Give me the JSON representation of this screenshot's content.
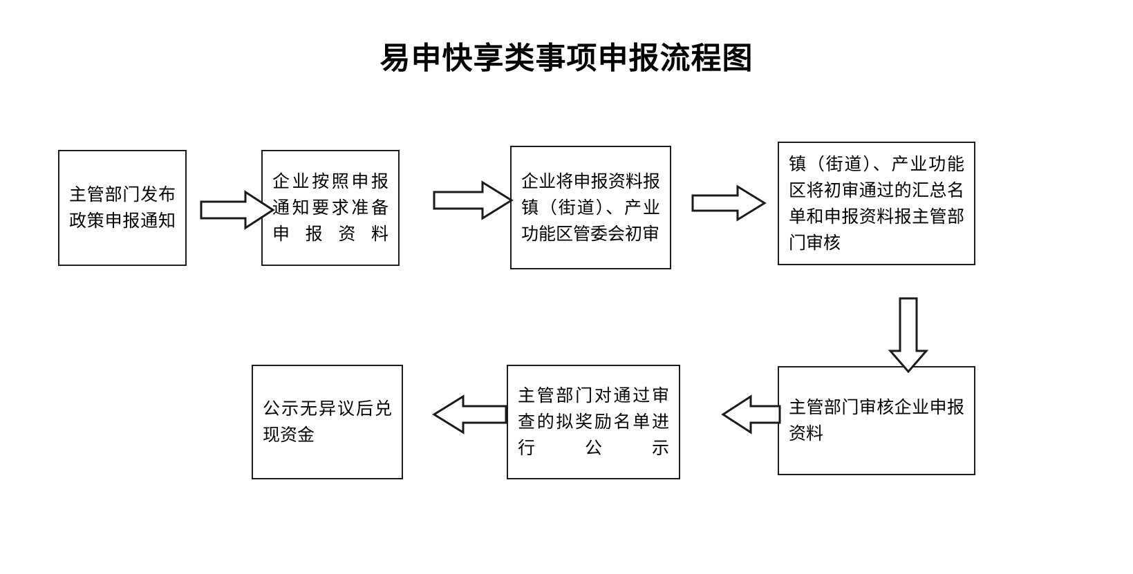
{
  "document": {
    "title": "易申快享类事项申报流程图",
    "type": "flowchart",
    "background_color": "#ffffff",
    "line_color": "#1a1a1a",
    "text_color": "#000000"
  },
  "nodes": [
    {
      "id": "node-1",
      "label": "主管部门发布政策申报通知",
      "order": 1,
      "row": "top",
      "justified": true
    },
    {
      "id": "node-2",
      "label": "企业按照申报通知要求准备申报资料",
      "order": 2,
      "row": "top",
      "justified": true
    },
    {
      "id": "node-3",
      "label": "企业将申报资料报镇（街道）、产业功能区管委会初审",
      "order": 3,
      "row": "top",
      "justified": false
    },
    {
      "id": "node-4",
      "label": "镇（街道）、产业功能区将初审通过的汇总名单和申报资料报主管部门审核",
      "order": 4,
      "row": "top",
      "justified": false
    },
    {
      "id": "node-5",
      "label": "主管部门审核企业申报资料",
      "order": 5,
      "row": "bottom",
      "justified": false
    },
    {
      "id": "node-6",
      "label": "主管部门对通过审查的拟奖励名单进行公示",
      "order": 6,
      "row": "bottom",
      "justified": true
    },
    {
      "id": "node-7",
      "label": "公示无异议后兑现资金",
      "order": 7,
      "row": "bottom",
      "justified": false
    }
  ],
  "connectors": [
    {
      "id": "arrow-1",
      "from": "node-1",
      "to": "node-2",
      "direction": "right"
    },
    {
      "id": "arrow-2",
      "from": "node-2",
      "to": "node-3",
      "direction": "right"
    },
    {
      "id": "arrow-3",
      "from": "node-3",
      "to": "node-4",
      "direction": "right"
    },
    {
      "id": "arrow-4",
      "from": "node-4",
      "to": "node-5",
      "direction": "down"
    },
    {
      "id": "arrow-5",
      "from": "node-5",
      "to": "node-6",
      "direction": "left"
    },
    {
      "id": "arrow-6",
      "from": "node-6",
      "to": "node-7",
      "direction": "left"
    }
  ]
}
